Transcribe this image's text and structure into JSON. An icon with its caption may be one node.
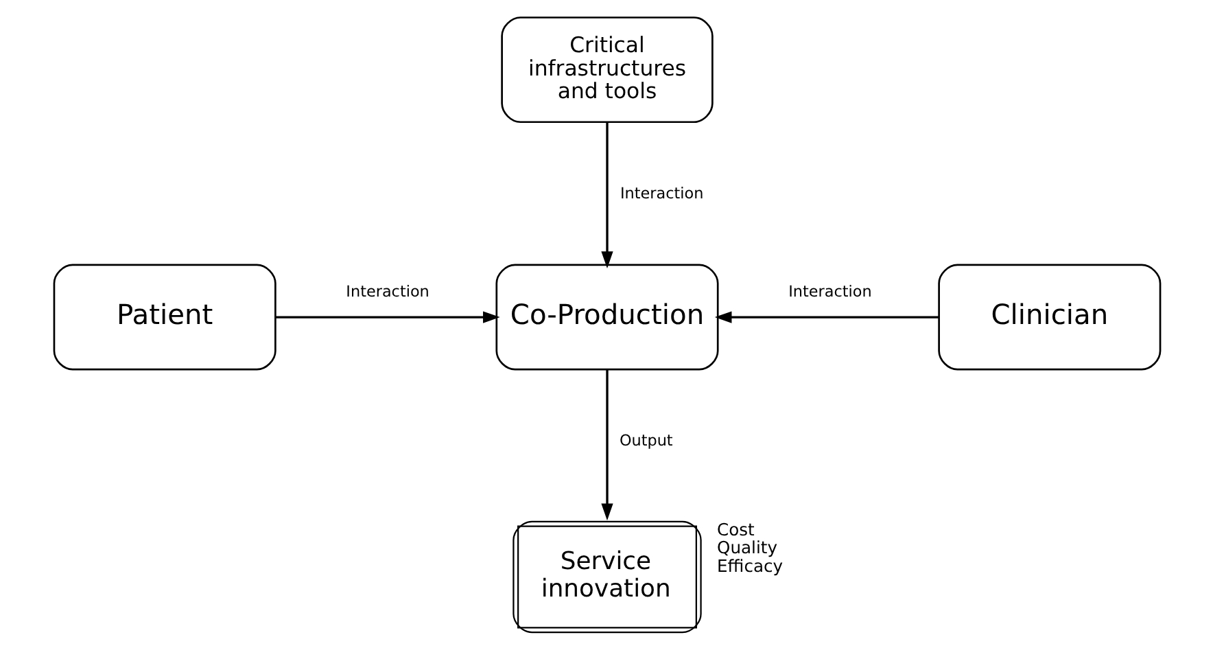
{
  "diagram": {
    "nodes": [
      {
        "text": [
          "Critical infrastructures and tools"
        ]
      },
      {
        "text": [
          "Patient"
        ]
      },
      {
        "text": [
          "Co-Production"
        ]
      },
      {
        "text": [
          "Clinician"
        ]
      },
      {
        "text": [
          "Service innovation"
        ],
        "beside": [
          "Cost",
          "Quality",
          "Efficacy"
        ]
      }
    ],
    "edges": [
      {
        "from": 0,
        "to": 2,
        "arrow": "to",
        "label": "Interaction"
      },
      {
        "from": 1,
        "to": 2,
        "arrow": "to",
        "label": "Interaction"
      },
      {
        "from": 3,
        "to": 2,
        "arrow": "to",
        "label": "Interaction"
      },
      {
        "from": 2,
        "to": 4,
        "arrow": "to",
        "label": "Output"
      }
    ]
  }
}
